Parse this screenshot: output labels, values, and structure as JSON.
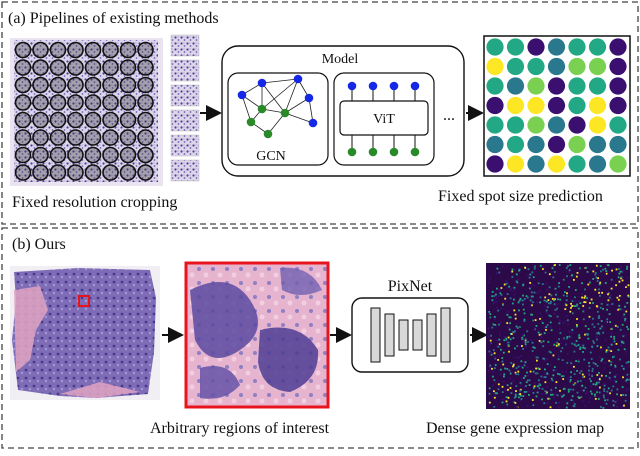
{
  "panel_a": {
    "title": "(a) Pipelines of existing methods",
    "crop_caption": "Fixed resolution cropping",
    "model_label": "Model",
    "gcn_label": "GCN",
    "vit_label": "ViT",
    "ellipsis": "...",
    "prediction_caption": "Fixed spot size prediction"
  },
  "panel_b": {
    "title": "(b) Ours",
    "pixnet_label": "PixNet",
    "roi_caption": "Arbitrary regions of interest",
    "map_caption": "Dense gene expression map"
  },
  "colors": {
    "frame": "#444444",
    "roi_border": "#e8141c",
    "gcn_node_blue": "#1428e6",
    "gcn_node_green": "#2a8a2a",
    "vit_node_blue": "#1428e6",
    "vit_node_green": "#2a8a2a",
    "heatmap_palette": [
      "#3b0f70",
      "#2a788e",
      "#22a884",
      "#7ad151",
      "#fde725"
    ],
    "tissue_pink": "#e8b6cf",
    "tissue_purple": "#6a5aa8"
  }
}
